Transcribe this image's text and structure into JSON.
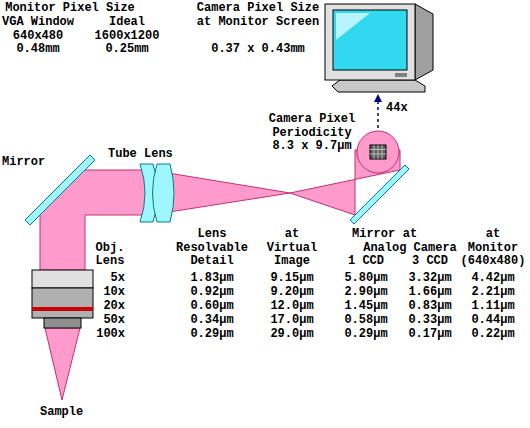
{
  "diagram": {
    "labels": [
      "Monitor Pixel Size",
      "VGA Window 640x480 0.48mm",
      "Ideal 1600x1200 0.25mm",
      "Camera Pixel Size at Monitor Screen",
      "0.37 x 0.43mm",
      "44x",
      "Camera Pixel Periodicity",
      "8.3 x 9.7µm",
      "Mirror",
      "Tube Lens",
      "Mirror",
      "Obj. Lens",
      "Lens Resolvable Detail",
      "at Virtual Image",
      "at",
      "Analog Camera",
      "1 CCD",
      "3 CCD",
      "at Monitor (640x480)",
      "5x",
      "1.83µm",
      "9.15µm",
      "5.80µm",
      "3.32µm",
      "4.42µm",
      "10x",
      "0.92µm",
      "9.20µm",
      "2.90µm",
      "1.66µm",
      "2.21µm",
      "20x",
      "0.60µm",
      "12.0µm",
      "1.45µm",
      "0.83µm",
      "1.11µm",
      "50x",
      "0.34µm",
      "17.0µm",
      "0.58µm",
      "0.33µm",
      "0.44µm",
      "100x",
      "0.29µm",
      "29.0µm",
      "0.29µm",
      "0.17µm",
      "0.22µm",
      "Sample"
    ]
  }
}
